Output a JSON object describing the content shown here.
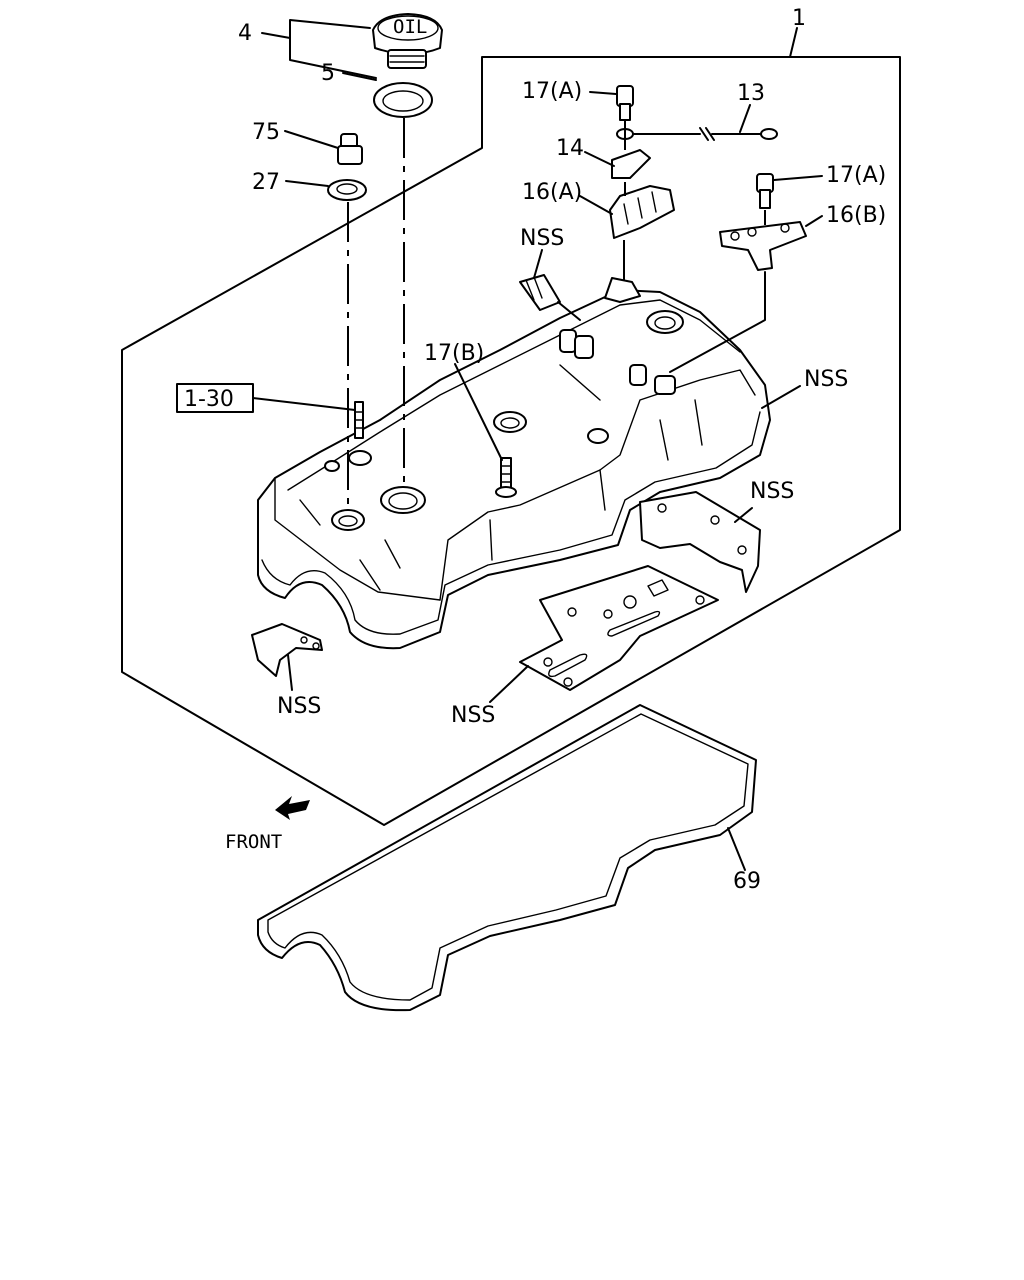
{
  "diagram": {
    "labels": {
      "l1": "1",
      "l4": "4",
      "l5": "5",
      "l75": "75",
      "l27": "27",
      "l13": "13",
      "l14": "14",
      "l17a_top": "17(A)",
      "l17a_right": "17(A)",
      "l16a": "16(A)",
      "l16b": "16(B)",
      "l17b": "17(B)",
      "nss_sensor": "NSS",
      "nss_right": "NSS",
      "nss_bracket": "NSS",
      "nss_left": "NSS",
      "nss_plate": "NSS",
      "ref_box": "1-30",
      "l69": "69",
      "front": "FRONT",
      "cap_text": "OIL"
    }
  }
}
